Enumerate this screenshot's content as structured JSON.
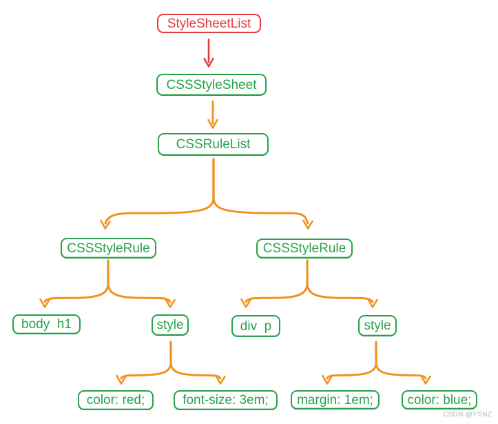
{
  "colors": {
    "red": "#e23b3d",
    "green": "#27a24a",
    "orange": "#f0921e",
    "watermark": "#b3b3b3",
    "background": "#ffffff"
  },
  "nodes": {
    "stylesheetlist": {
      "label": "StyleSheetList"
    },
    "cssstylesheet": {
      "label": "CSSStyleSheet"
    },
    "cssrulelist": {
      "label": "CSSRuleList"
    },
    "stylerule_left": {
      "label": "CSSStyleRule"
    },
    "stylerule_right": {
      "label": "CSSStyleRule"
    },
    "selector_left": {
      "label": "body  h1"
    },
    "style_left": {
      "label": "style"
    },
    "selector_right": {
      "label": "div  p"
    },
    "style_right": {
      "label": "style"
    },
    "decl_color_red": {
      "label": "color: red;"
    },
    "decl_font_size": {
      "label": "font-size: 3em;"
    },
    "decl_margin": {
      "label": "margin: 1em;"
    },
    "decl_color_blue": {
      "label": "color: blue;"
    }
  },
  "edges": [
    {
      "from": "stylesheetlist",
      "to": "cssstylesheet",
      "color": "red"
    },
    {
      "from": "cssstylesheet",
      "to": "cssrulelist",
      "color": "orange"
    },
    {
      "from": "cssrulelist",
      "to": "stylerule_left",
      "color": "orange"
    },
    {
      "from": "cssrulelist",
      "to": "stylerule_right",
      "color": "orange"
    },
    {
      "from": "stylerule_left",
      "to": "selector_left",
      "color": "orange"
    },
    {
      "from": "stylerule_left",
      "to": "style_left",
      "color": "orange"
    },
    {
      "from": "stylerule_right",
      "to": "selector_right",
      "color": "orange"
    },
    {
      "from": "stylerule_right",
      "to": "style_right",
      "color": "orange"
    },
    {
      "from": "style_left",
      "to": "decl_color_red",
      "color": "orange"
    },
    {
      "from": "style_left",
      "to": "decl_font_size",
      "color": "orange"
    },
    {
      "from": "style_right",
      "to": "decl_margin",
      "color": "orange"
    },
    {
      "from": "style_right",
      "to": "decl_color_blue",
      "color": "orange"
    }
  ],
  "watermark": "CSDN @YSNZ"
}
